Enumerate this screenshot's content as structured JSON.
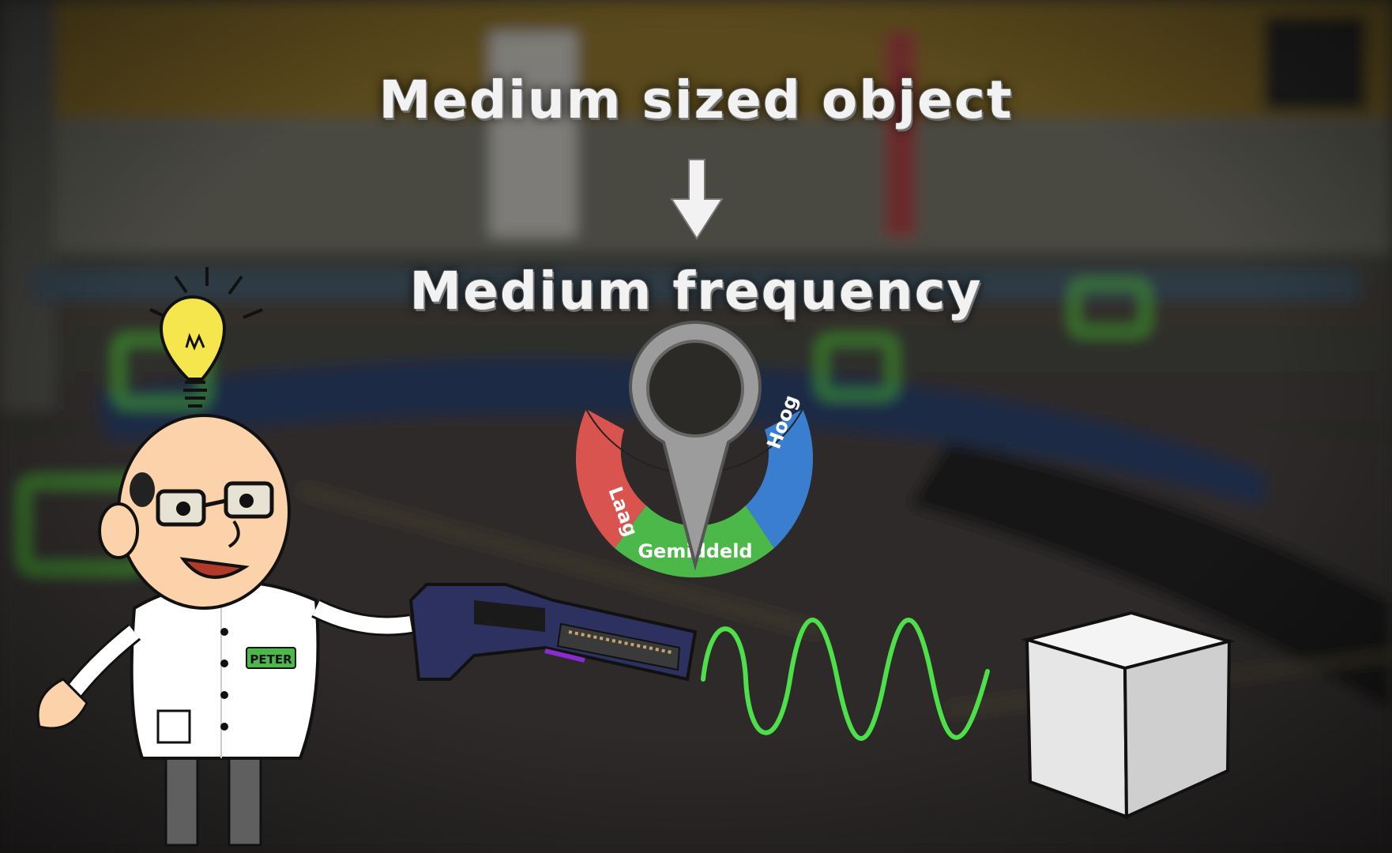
{
  "hint": {
    "cause": "Medium sized object",
    "effect": "Medium frequency"
  },
  "frequency_dial": {
    "segments": [
      {
        "label": "Laag",
        "color": "#d9534f"
      },
      {
        "label": "Gemiddeld",
        "color": "#4cb84a"
      },
      {
        "label": "Hoog",
        "color": "#3a7fcf"
      }
    ],
    "selected": "Gemiddeld"
  },
  "character": {
    "name_tag": "PETER"
  },
  "colors": {
    "wave": "#4ee04a",
    "pin": "#9c9c9c",
    "cube": "#e6e6e6",
    "bulb": "#f6e64e"
  },
  "icons": [
    "arrow-down-icon",
    "lightbulb-icon",
    "frequency-gun-icon",
    "sine-wave-icon",
    "cube-icon"
  ]
}
